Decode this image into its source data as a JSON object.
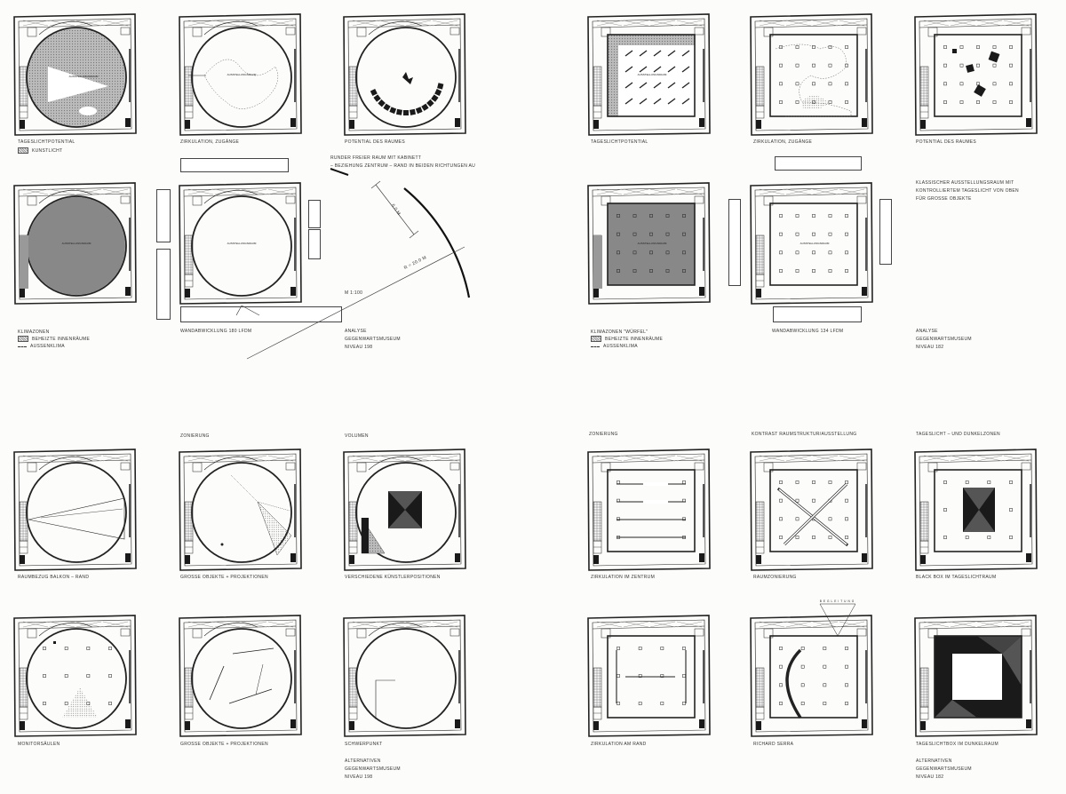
{
  "captions": {
    "p1": "TAGESLICHTPOTENTIAL",
    "p2": "ZIRKULATION, ZUGÄNGE",
    "p3": "POTENTIAL DES RAUMES",
    "p4": "KLIMAZONEN",
    "p5": "WANDABWICKLUNG 180 LFDM",
    "p6": "TAGESLICHTPOTENTIAL",
    "p7": "ZIRKULATION, ZUGÄNGE",
    "p8": "POTENTIAL DES RAUMES",
    "p9": "KLIMAZONEN \"WÜRFEL\"",
    "p10": "WANDABWICKLUNG 134 LFDM",
    "b1": "RAUMBEZUG BALKON – RAND",
    "b2": "GROSSE OBJEKTE + PROJEKTIONEN",
    "b3": "VERSCHIEDENE KÜNSTLERPOSITIONEN",
    "b4": "MONITORSÄULEN",
    "b5": "GROSSE OBJEKTE + PROJEKTIONEN",
    "b6": "SCHWERPUNKT",
    "b7": "ZIRKULATION IM ZENTRUM",
    "b8": "RAUMZONIERUNG",
    "b9": "BLACK BOX IM TAGESLICHTRAUM",
    "b10": "ZIRKULATION AM RAND",
    "b11": "RICHARD SERRA",
    "b12": "TAGESLICHTBOX IM DUNKELRAUM"
  },
  "headings": {
    "zonierung_left": "ZONIERUNG",
    "volumen": "VOLUMEN",
    "zonierung_right": "ZONIERUNG",
    "kontrast": "KONTRAST RAUMSTRUKTUR/AUSSTELLUNG",
    "tageslicht_dunkel": "TAGESLICHT – UND DUNKELZONEN"
  },
  "legend": {
    "kunstlicht": "KUNSTLICHT",
    "beheizte_left": "BEHEIZTE INNENRÄUME",
    "aussenklima_left": "AUSSENKLIMA",
    "beheizte_right": "BEHEIZTE INNENRÄUME",
    "aussenklima_right": "AUSSENKLIMA"
  },
  "notes": {
    "runder_1": "RUNDER FREIER RAUM MIT KABINETT",
    "runder_2": "– BEZIEHUNG ZENTRUM – RAND IN BEIDEN RICHTUNGEN AU",
    "scale": "M 1:100",
    "dim1": "6.0 m",
    "dim2": "R = 20.0 m",
    "klassisch_1": "KLASSISCHER AUSSTELLUNGSRAUM MIT",
    "klassisch_2": "KONTROLLIERTEM TAGESLICHT VON OBEN",
    "klassisch_3": "FÜR GROSSE OBJEKTE",
    "analyse_tl_1": "ANALYSE",
    "analyse_tl_2": "GEGENWARTSMUSEUM",
    "analyse_tl_3": "NIVEAU 198",
    "analyse_tr_1": "ANALYSE",
    "analyse_tr_2": "GEGENWARTSMUSEUM",
    "analyse_tr_3": "NIVEAU 182",
    "alt_bl_1": "ALTERNATIVEN",
    "alt_bl_2": "GEGENWARTSMUSEUM",
    "alt_bl_3": "NIVEAU 198",
    "alt_br_1": "ALTERNATIVEN",
    "alt_br_2": "GEGENWARTSMUSEUM",
    "alt_br_3": "NIVEAU 182",
    "room_label": "AUSSTELLUNGSRAUM",
    "compass": "BEGLEITUNG"
  },
  "colors": {
    "ink": "#222222",
    "hatch": "#8a8a8a",
    "dark_fill": "#1a1a1a",
    "paper": "#fcfcfa"
  }
}
